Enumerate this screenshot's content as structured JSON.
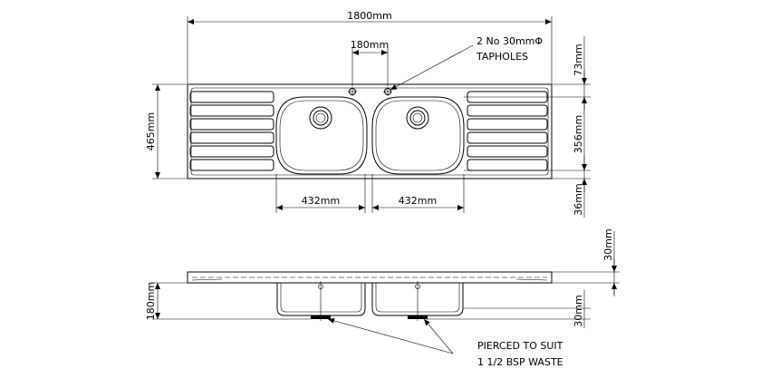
{
  "plan": {
    "overall_width": "1800mm",
    "tap_spacing": "180mm",
    "taphole_note_line1": "2 No 30mmΦ",
    "taphole_note_line2": "TAPHOLES",
    "depth": "465mm",
    "back_ledge": "73mm",
    "bowl_depth": "356mm",
    "front_ledge": "36mm",
    "bowl_width_left": "432mm",
    "bowl_width_right": "432mm"
  },
  "elevation": {
    "top_thickness": "30mm",
    "bowl_height": "180mm",
    "waste_height": "30mm",
    "waste_note_line1": "PIERCED TO SUIT",
    "waste_note_line2": "1 1/2 BSP WASTE"
  }
}
